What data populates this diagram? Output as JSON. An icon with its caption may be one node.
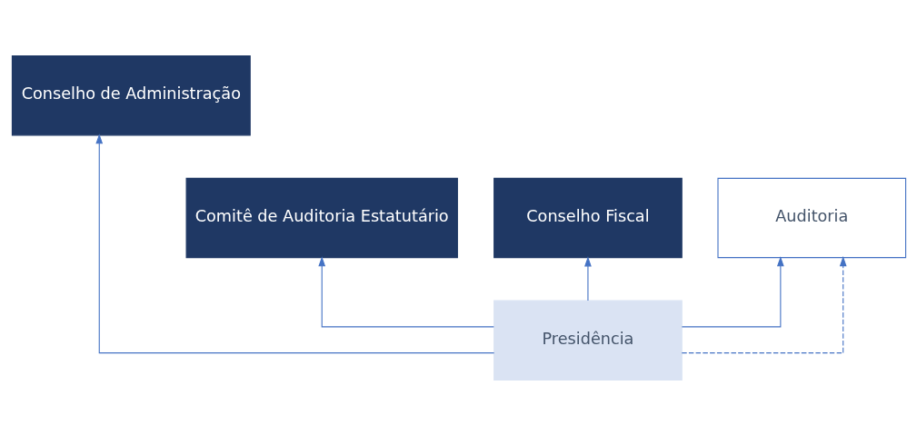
{
  "diagram": {
    "nodes": [
      {
        "text": [
          "Conselho de Administração"
        ]
      },
      {
        "text": [
          "Comitê de Auditoria Estatutário"
        ]
      },
      {
        "text": [
          "Conselho Fiscal"
        ]
      },
      {
        "text": [
          "Auditoria"
        ]
      },
      {
        "text": [
          "Presidência"
        ]
      }
    ],
    "edges": [
      {
        "from": 4,
        "to": 0,
        "arrow": "to"
      },
      {
        "from": 4,
        "to": 1,
        "arrow": "to"
      },
      {
        "from": 4,
        "to": 2,
        "arrow": "to"
      },
      {
        "from": 4,
        "to": 3,
        "arrow": "to",
        "style": "dashed"
      },
      {
        "from": 4,
        "to": 3,
        "arrow": "to"
      }
    ]
  }
}
